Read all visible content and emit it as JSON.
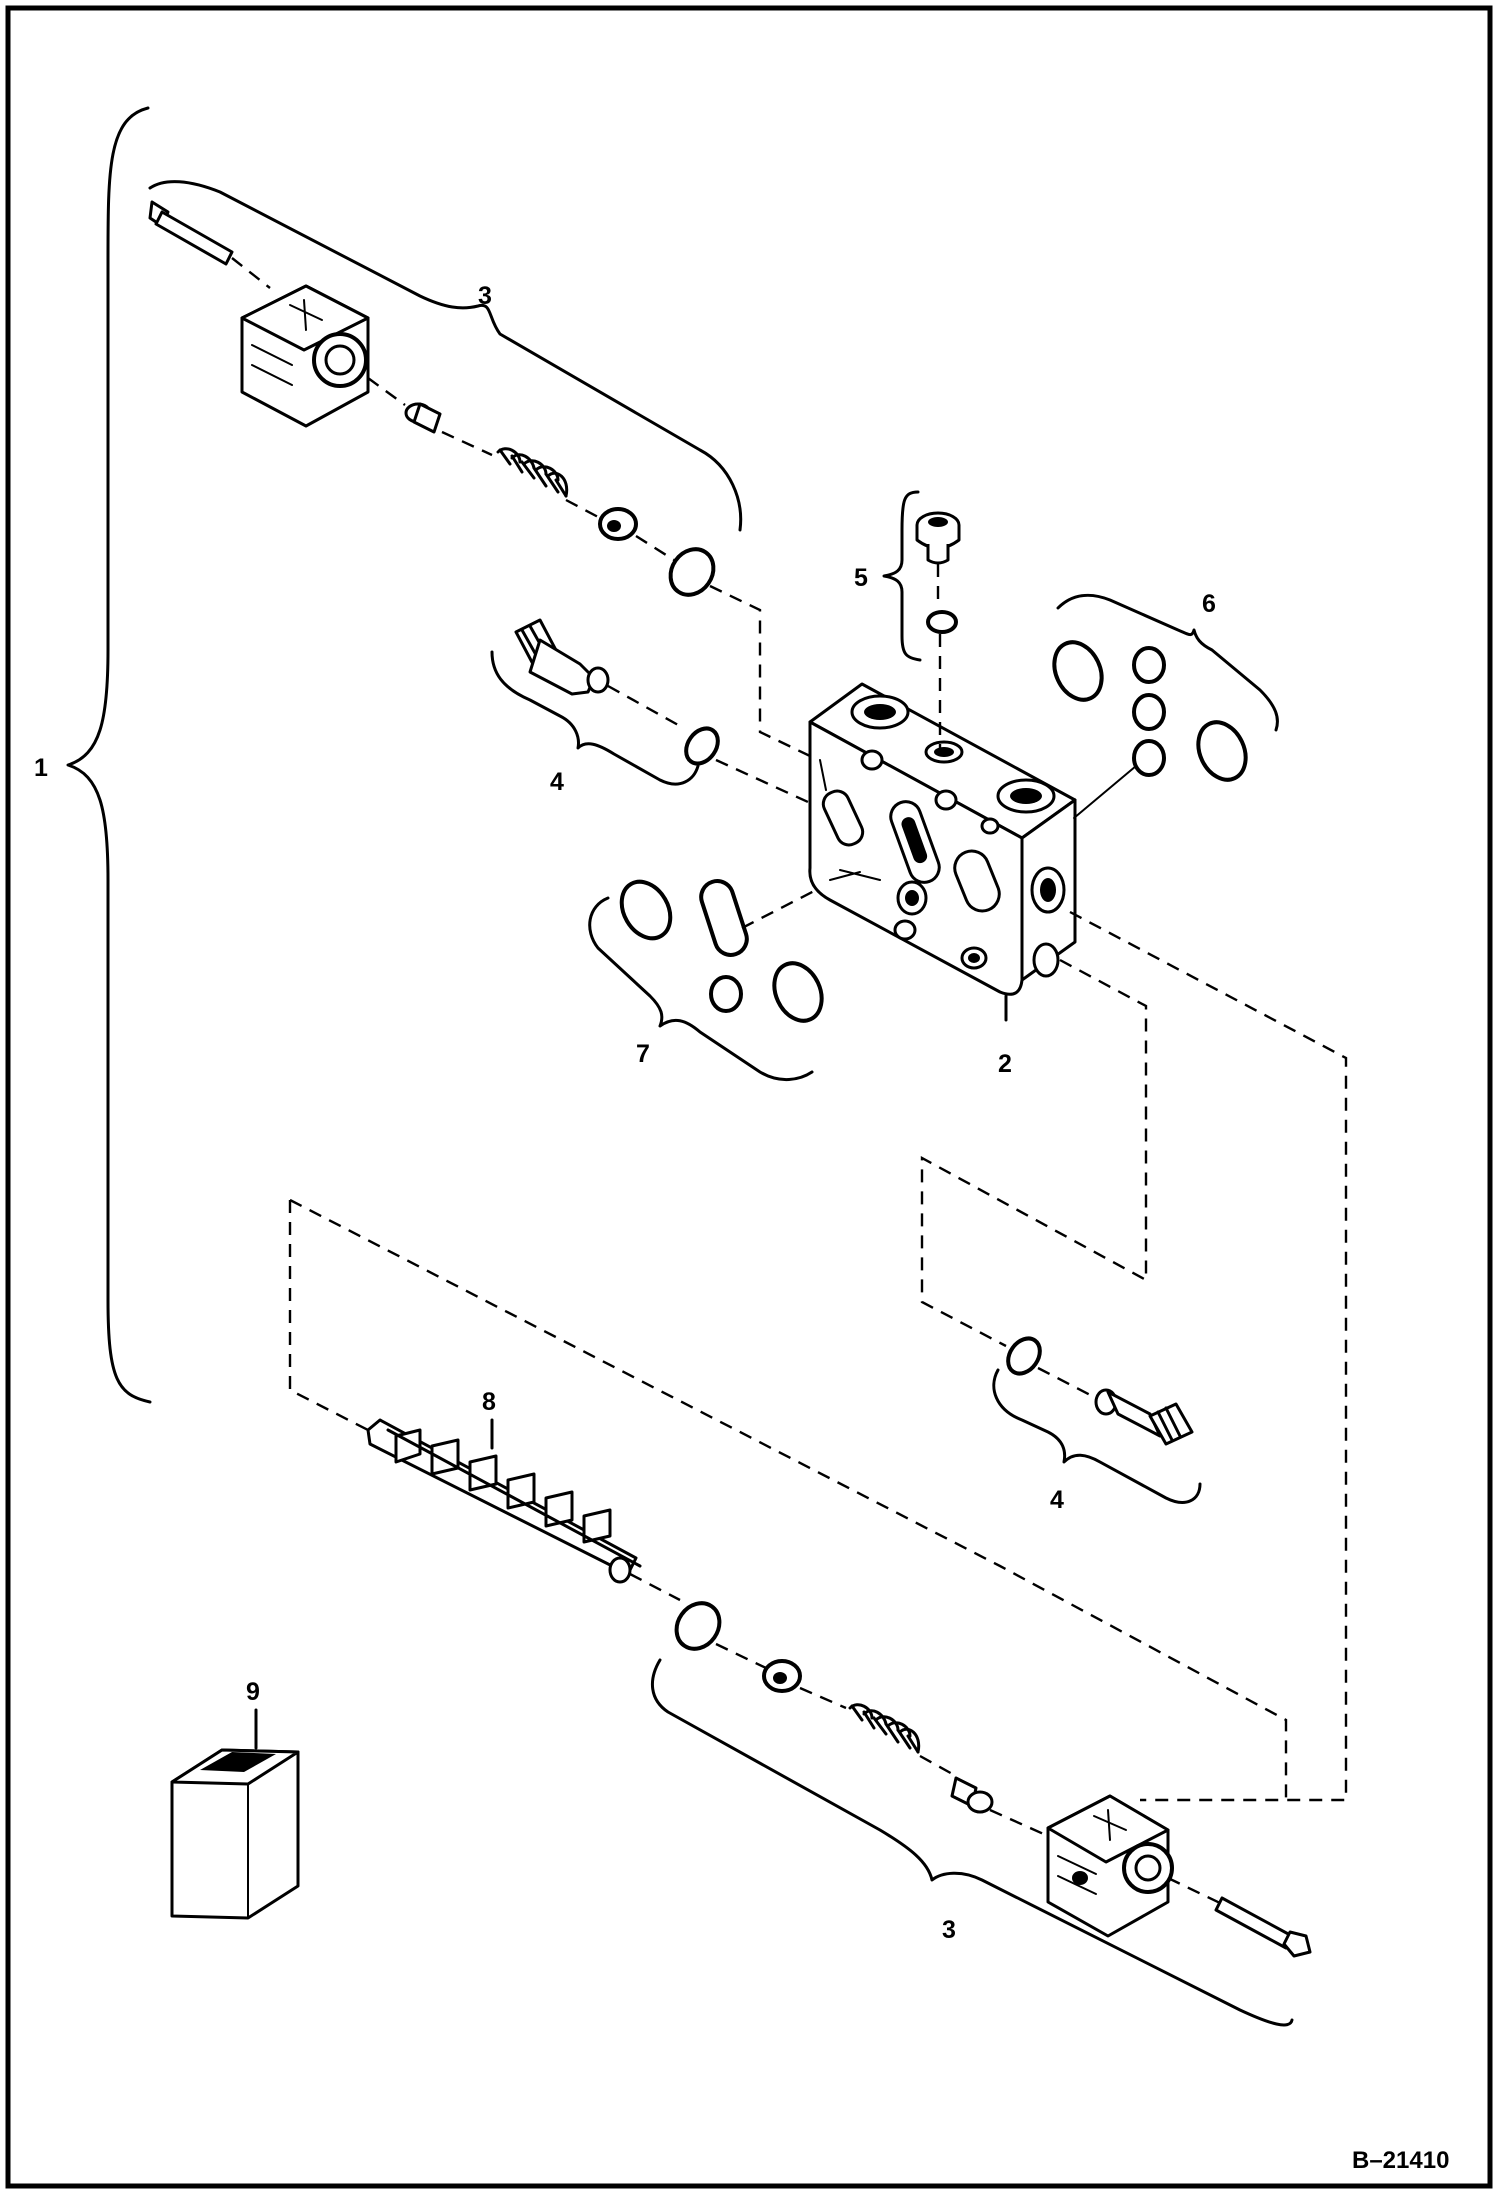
{
  "callouts": {
    "c1": "1",
    "c2": "2",
    "c3_top": "3",
    "c3_bottom": "3",
    "c4_upper": "4",
    "c4_lower": "4",
    "c5": "5",
    "c6": "6",
    "c7": "7",
    "c8": "8",
    "c9": "9"
  },
  "drawing_number": "B–21410"
}
